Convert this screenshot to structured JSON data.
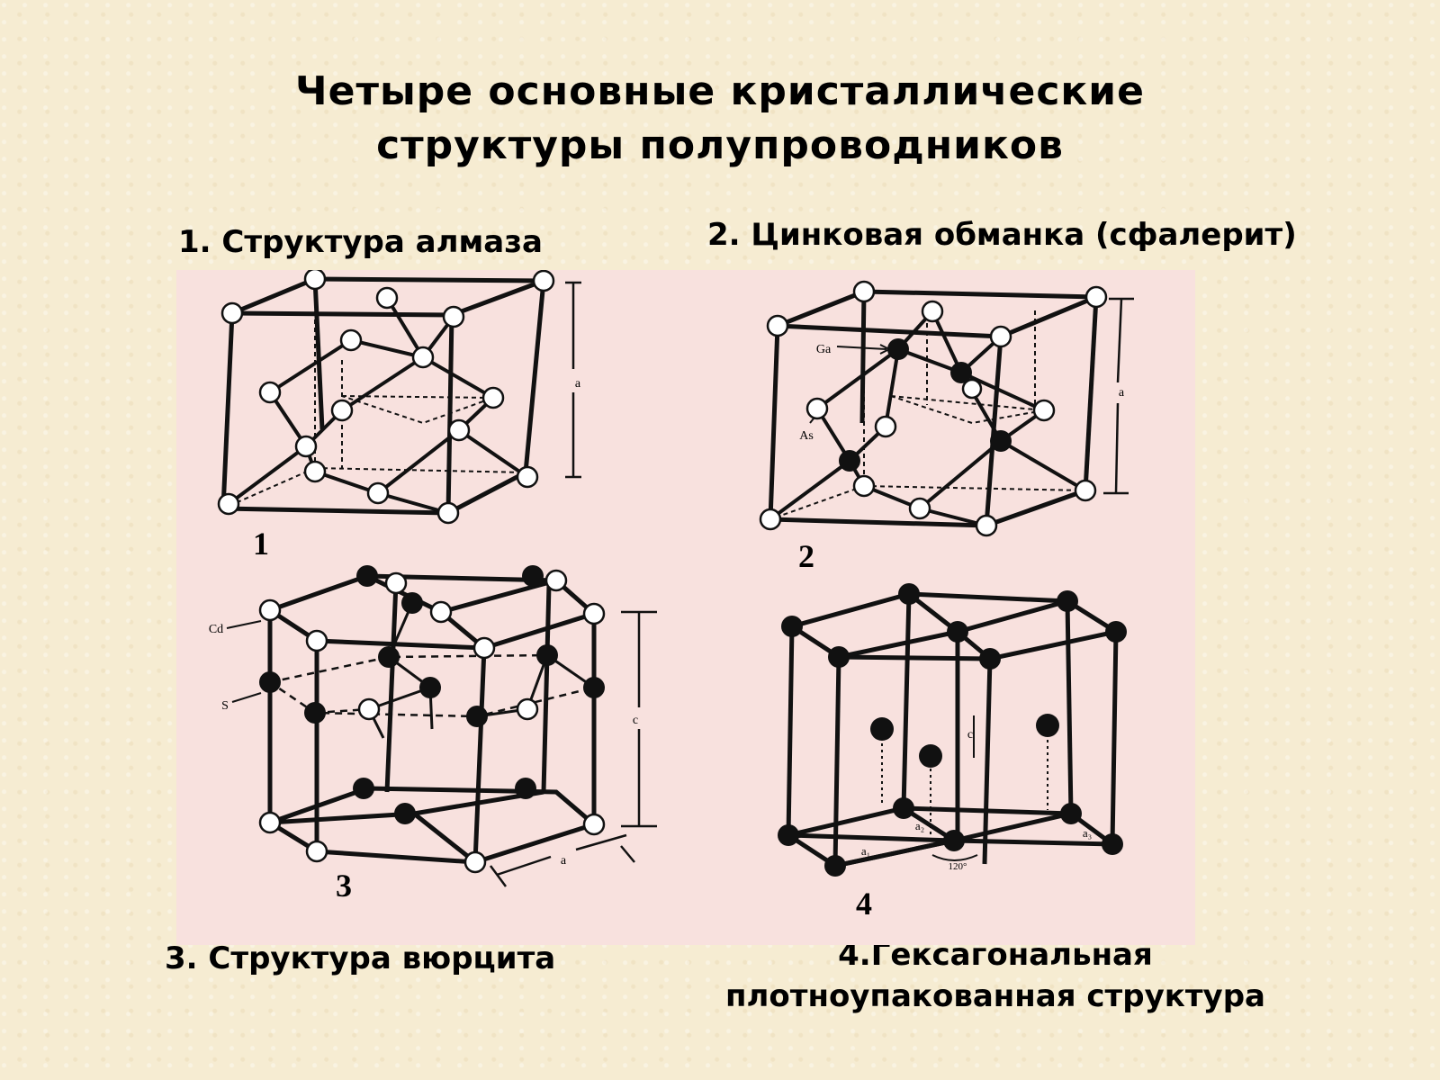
{
  "title": {
    "line1": "Четыре основные кристаллические",
    "line2": "структуры полупроводников"
  },
  "captions": {
    "c1": "1. Структура алмаза",
    "c2": "2. Цинковая обманка (сфалерит)",
    "c3": "3. Структура вюрцита",
    "c4": "4.Гексагональная плотноупакованная структура"
  },
  "figure": {
    "numbers": [
      "1",
      "2",
      "3",
      "4"
    ],
    "labels": {
      "a1": "a",
      "ga": "Ga",
      "as": "As",
      "a2": "a",
      "cd": "Cd",
      "s": "S",
      "c3": "c",
      "a3": "a",
      "c4": "c",
      "a1_4": "a₁",
      "a2_4": "a₂",
      "a3_4": "a₃",
      "angle": "120°"
    },
    "colors": {
      "panel": "#f8e1de",
      "line": "#111111",
      "atom_white": "#ffffff",
      "atom_black": "#111111"
    }
  }
}
